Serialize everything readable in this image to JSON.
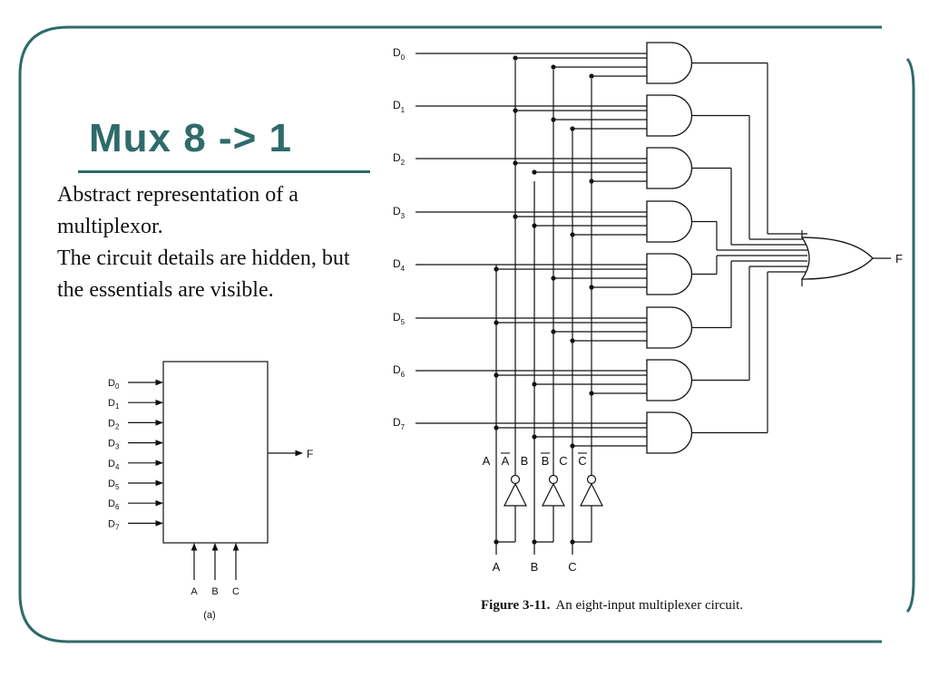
{
  "slide": {
    "title": "Mux 8 -> 1",
    "description": [
      "Abstract representation of a multiplexor.",
      "The circuit details are hidden, but the essentials are visible."
    ],
    "accent_color": "#2e6b69"
  },
  "block_diagram": {
    "inputs": [
      "D0",
      "D1",
      "D2",
      "D3",
      "D4",
      "D5",
      "D6",
      "D7"
    ],
    "output": "F",
    "selects": [
      "A",
      "B",
      "C"
    ],
    "sublabel": "(a)"
  },
  "circuit": {
    "inputs": [
      "D0",
      "D1",
      "D2",
      "D3",
      "D4",
      "D5",
      "D6",
      "D7"
    ],
    "select_labels": [
      "A",
      "A̅",
      "B",
      "B̅",
      "C",
      "C̅"
    ],
    "bottom_labels": [
      "A",
      "B",
      "C"
    ],
    "output": "F",
    "caption_bold": "Figure 3-11.",
    "caption_text": "An eight-input multiplexer circuit."
  }
}
